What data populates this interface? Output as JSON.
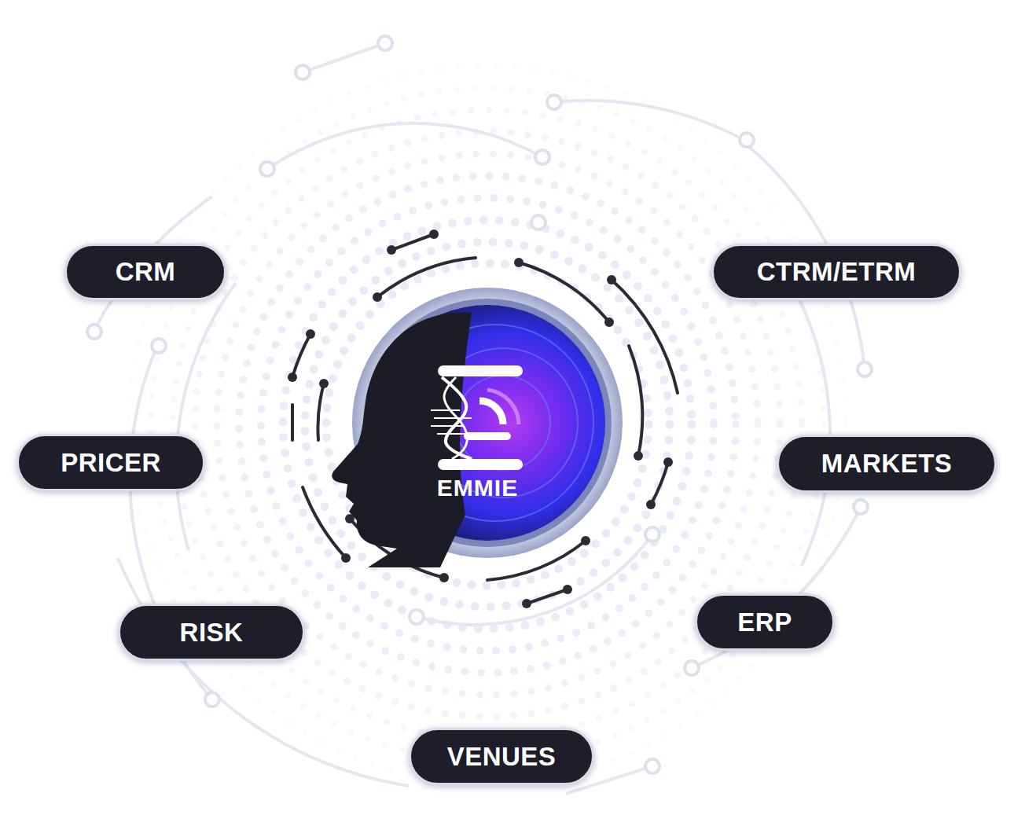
{
  "diagram": {
    "nodes": [
      {
        "text": [
          "CRM"
        ]
      },
      {
        "text": [
          "CTRM/ETRM"
        ]
      },
      {
        "text": [
          "EMMIE"
        ]
      },
      {
        "text": [
          "PRICER"
        ]
      },
      {
        "text": [
          "MARKETS"
        ]
      },
      {
        "text": [
          "RISK"
        ]
      },
      {
        "text": [
          "ERP"
        ]
      },
      {
        "text": [
          "VENUES"
        ]
      }
    ]
  }
}
